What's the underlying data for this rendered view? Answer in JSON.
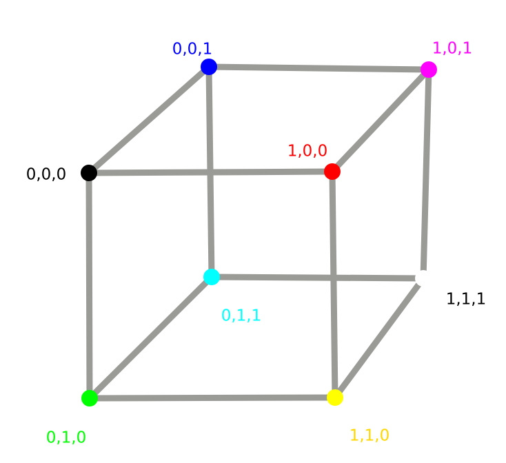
{
  "diagram": {
    "edge_color": "#9a9a97",
    "background": "#ffffff",
    "vertices": [
      {
        "id": "v000",
        "label": "0,0,0",
        "color": "#000000",
        "label_color": "#000000"
      },
      {
        "id": "v001",
        "label": "0,0,1",
        "color": "#0000ff",
        "label_color": "#0000ff"
      },
      {
        "id": "v101",
        "label": "1,0,1",
        "color": "#ff00ff",
        "label_color": "#ff00ff"
      },
      {
        "id": "v100",
        "label": "1,0,0",
        "color": "#ff0000",
        "label_color": "#ff0000"
      },
      {
        "id": "v011",
        "label": "0,1,1",
        "color": "#00ffff",
        "label_color": "#00ffff"
      },
      {
        "id": "v111",
        "label": "1,1,1",
        "color": "#ffffff",
        "label_color": "#000000"
      },
      {
        "id": "v010",
        "label": "0,1,0",
        "color": "#00ff00",
        "label_color": "#00ff00"
      },
      {
        "id": "v110",
        "label": "1,1,0",
        "color": "#ffff00",
        "label_color": "#ffd700"
      }
    ],
    "edges": [
      {
        "from": "v000",
        "to": "v001"
      },
      {
        "from": "v001",
        "to": "v101"
      },
      {
        "from": "v101",
        "to": "v100"
      },
      {
        "from": "v000",
        "to": "v100"
      },
      {
        "from": "v001",
        "to": "v011"
      },
      {
        "from": "v101",
        "to": "v111"
      },
      {
        "from": "v000",
        "to": "v010"
      },
      {
        "from": "v100",
        "to": "v110"
      },
      {
        "from": "v011",
        "to": "v111"
      },
      {
        "from": "v011",
        "to": "v010"
      },
      {
        "from": "v111",
        "to": "v110"
      },
      {
        "from": "v010",
        "to": "v110"
      }
    ]
  }
}
